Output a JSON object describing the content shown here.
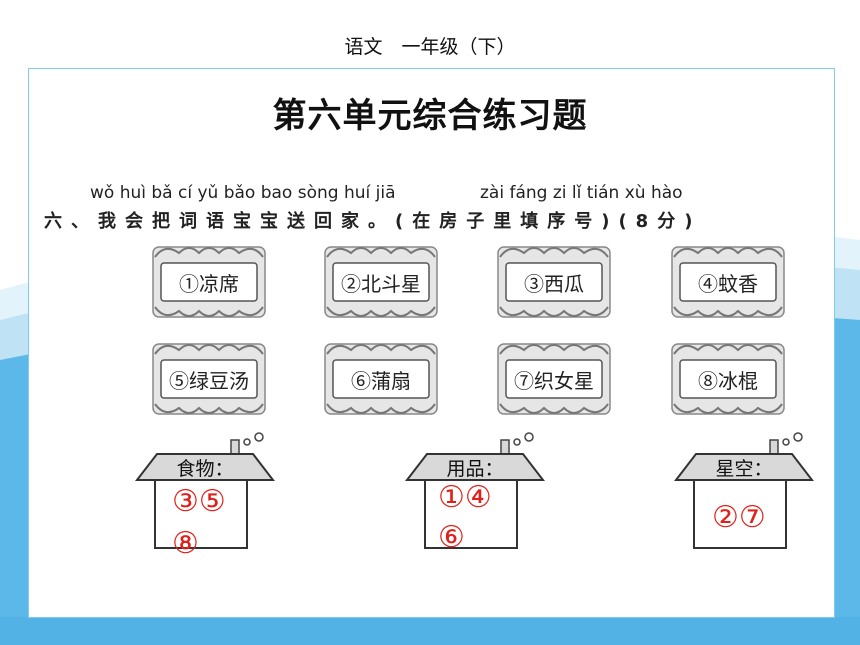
{
  "header": "语文　一年级（下）",
  "title": "第六单元综合练习题",
  "question": {
    "pinyin_a": "wǒ huì bǎ cí yǔ bǎo bao sòng huí jiā",
    "pinyin_b": "zài fáng zi lǐ tián xù hào",
    "text": "六、我会把词语宝宝送回家。(在房子里填序号)(8分)"
  },
  "cards": [
    {
      "label": "①凉席"
    },
    {
      "label": "②北斗星"
    },
    {
      "label": "③西瓜"
    },
    {
      "label": "④蚊香"
    },
    {
      "label": "⑤绿豆汤"
    },
    {
      "label": "⑥蒲扇"
    },
    {
      "label": "⑦织女星"
    },
    {
      "label": "⑧冰棍"
    }
  ],
  "houses": [
    {
      "label": "食物：",
      "answer_line1": "③⑤",
      "answer_line2": "⑧"
    },
    {
      "label": "用品：",
      "answer_line1": "①④",
      "answer_line2": "⑥"
    },
    {
      "label": "星空：",
      "answer_line1": "②⑦",
      "answer_line2": ""
    }
  ],
  "colors": {
    "answer": "#e0201a",
    "frame": "#7ecbea",
    "wave": "#5bb8e8"
  }
}
